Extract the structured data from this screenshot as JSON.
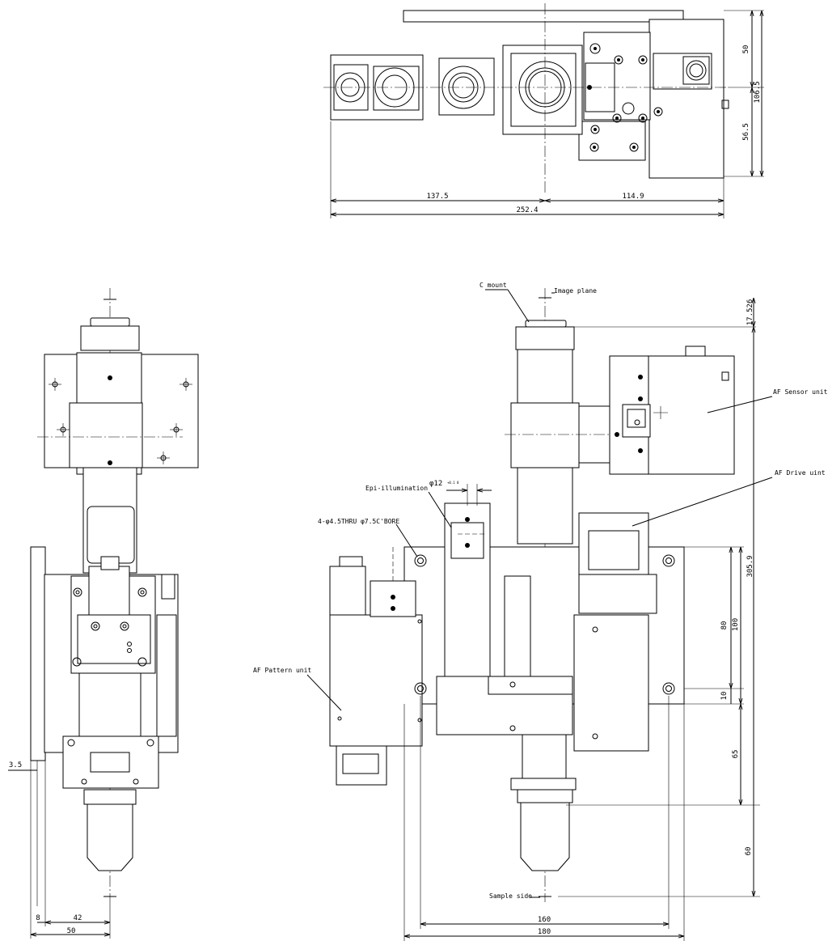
{
  "top_view": {
    "dimensions": {
      "d_50": "50",
      "d_106_5": "106.5",
      "d_56_5": "56.5",
      "d_137_5": "137.5",
      "d_114_9": "114.9",
      "d_252_4": "252.4"
    }
  },
  "side_view": {
    "dimensions": {
      "d_3_5": "3.5",
      "d_8": "8",
      "d_42": "42",
      "d_50": "50"
    }
  },
  "front_view": {
    "labels": {
      "c_mount": "C mount",
      "image_plane": "Image plane",
      "af_sensor_unit": "AF Sensor unit",
      "af_drive_unit": "AF Drive uint",
      "epi_illumination": "Epi-illumination",
      "phi_12": "φ12",
      "phi_12_tol": "+0.1 0",
      "bore": "4-φ4.5THRU φ7.5C'BORE",
      "af_pattern_unit": "AF Pattern unit",
      "sample_side": "Sample side"
    },
    "dimensions": {
      "d_17_526": "17.526",
      "d_305_9": "305.9",
      "d_80": "80",
      "d_100": "100",
      "d_10": "10",
      "d_65": "65",
      "d_60": "60",
      "d_160": "160",
      "d_180": "180"
    }
  }
}
